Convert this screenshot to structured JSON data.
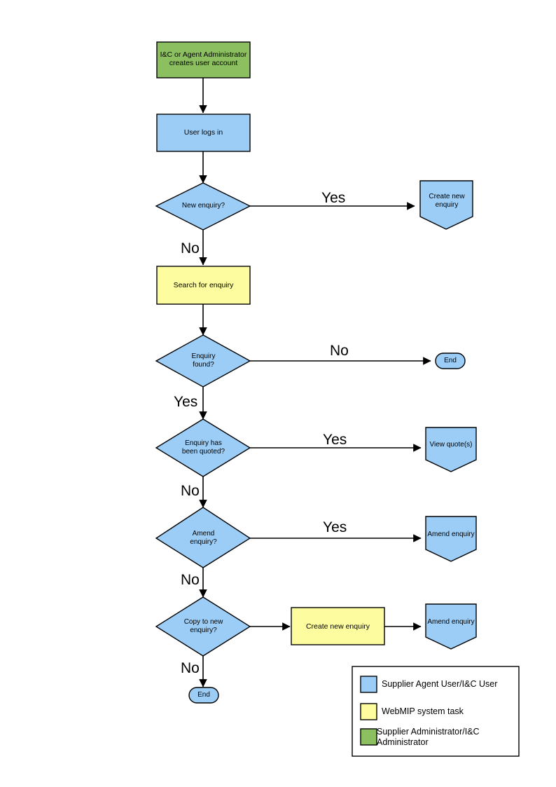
{
  "diagram": {
    "title": "WebMIP enquiry process flowchart",
    "colors": {
      "user_blue": "#9BCDF7",
      "system_yellow": "#FDFDA0",
      "admin_green": "#8CBF5F",
      "stroke": "#000000",
      "background": "#FFFFFF"
    },
    "nodes": [
      {
        "id": "n1",
        "shape": "rectangle",
        "role": "admin",
        "text": "I&C or Agent Administrator\ncreates user account"
      },
      {
        "id": "n2",
        "shape": "rectangle",
        "role": "user",
        "text": "User logs in"
      },
      {
        "id": "n3",
        "shape": "diamond",
        "role": "user",
        "text": "New enquiry?"
      },
      {
        "id": "n4",
        "shape": "pentagon",
        "role": "user",
        "text": "Create new\nenquiry"
      },
      {
        "id": "n5",
        "shape": "rectangle",
        "role": "system",
        "text": "Search for enquiry"
      },
      {
        "id": "n6",
        "shape": "diamond",
        "role": "user",
        "text": "Enquiry\nfound?"
      },
      {
        "id": "n7",
        "shape": "stadium",
        "role": "user",
        "text": "End"
      },
      {
        "id": "n8",
        "shape": "diamond",
        "role": "user",
        "text": "Enquiry has\nbeen quoted?"
      },
      {
        "id": "n9",
        "shape": "pentagon",
        "role": "user",
        "text": "View quote(s)"
      },
      {
        "id": "n10",
        "shape": "diamond",
        "role": "user",
        "text": "Amend\nenquiry?"
      },
      {
        "id": "n11",
        "shape": "pentagon",
        "role": "user",
        "text": "Amend enquiry"
      },
      {
        "id": "n12",
        "shape": "diamond",
        "role": "user",
        "text": "Copy to new\nenquiry?"
      },
      {
        "id": "n13",
        "shape": "rectangle",
        "role": "system",
        "text": "Create new enquiry"
      },
      {
        "id": "n14",
        "shape": "pentagon",
        "role": "user",
        "text": "Amend enquiry"
      },
      {
        "id": "n15",
        "shape": "stadium",
        "role": "user",
        "text": "End"
      }
    ],
    "edge_labels": [
      {
        "id": "e1",
        "text": "Yes",
        "from": "n3",
        "to": "n4"
      },
      {
        "id": "e2",
        "text": "No",
        "from": "n3",
        "to": "n5"
      },
      {
        "id": "e3",
        "text": "No",
        "from": "n6",
        "to": "n7"
      },
      {
        "id": "e4",
        "text": "Yes",
        "from": "n6",
        "to": "n8"
      },
      {
        "id": "e5",
        "text": "Yes",
        "from": "n8",
        "to": "n9"
      },
      {
        "id": "e6",
        "text": "No",
        "from": "n8",
        "to": "n10"
      },
      {
        "id": "e7",
        "text": "Yes",
        "from": "n10",
        "to": "n11"
      },
      {
        "id": "e8",
        "text": "No",
        "from": "n10",
        "to": "n12"
      },
      {
        "id": "e9",
        "text": "No",
        "from": "n12",
        "to": "n15"
      }
    ],
    "legend": {
      "items": [
        {
          "swatch": "#9BCDF7",
          "label": "Supplier Agent User/I&C User"
        },
        {
          "swatch": "#FDFDA0",
          "label": "WebMIP system task"
        },
        {
          "swatch": "#8CBF5F",
          "label": "Supplier Administrator/I&C\nAdministrator"
        }
      ]
    }
  }
}
